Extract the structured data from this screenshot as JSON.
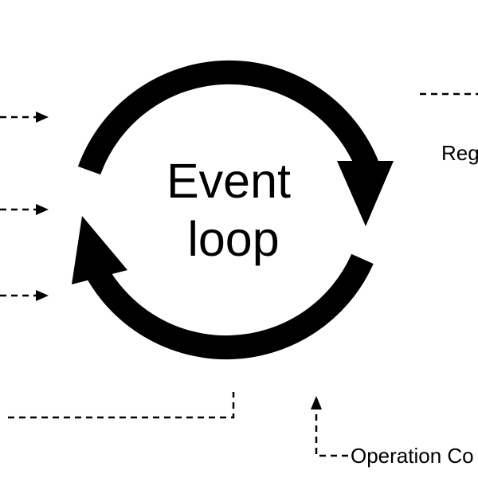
{
  "diagram": {
    "center_label": {
      "line1": "Event",
      "line2": "loop"
    },
    "labels": {
      "right_top": "Reg",
      "bottom_right": "Operation Co"
    }
  }
}
